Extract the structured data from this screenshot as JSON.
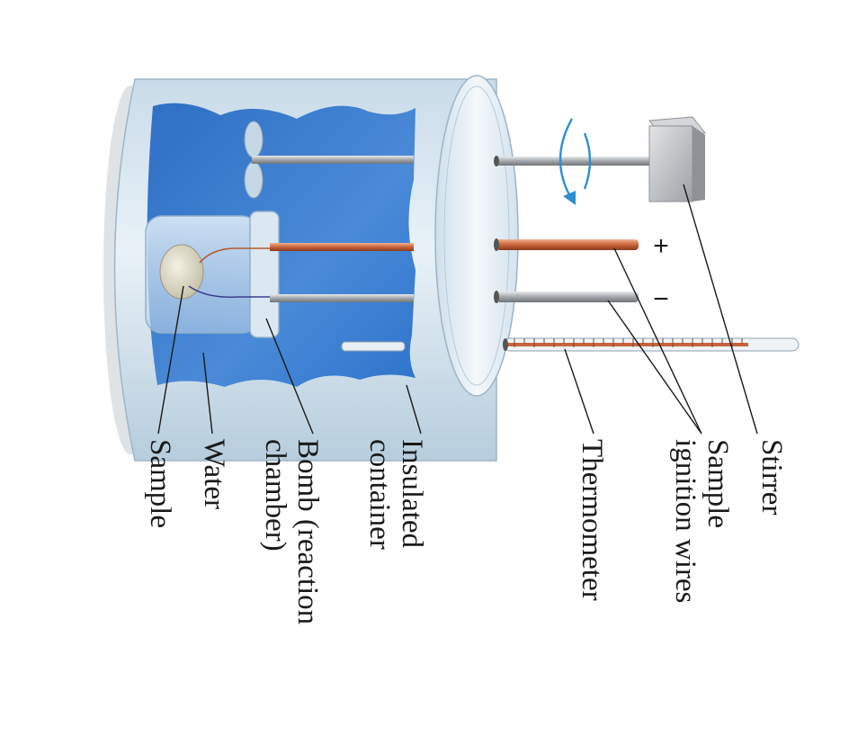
{
  "labels": {
    "stirrer": "Stirrer",
    "ignition_line1": "Sample",
    "ignition_line2": "ignition wires",
    "thermometer": "Thermometer",
    "insulated_line1": "Insulated",
    "insulated_line2": "container",
    "bomb_line1": "Bomb (reaction",
    "bomb_line2": "chamber)",
    "water": "Water",
    "sample": "Sample"
  },
  "wire_signs": {
    "positive": "+",
    "negative": "−"
  },
  "colors": {
    "water": "#3a7fd0",
    "container": "#d7e6f1",
    "copper_wire": "#c8643c",
    "steel_rod": "#a9acb0",
    "stirrer_arrow": "#2e8fd0"
  }
}
